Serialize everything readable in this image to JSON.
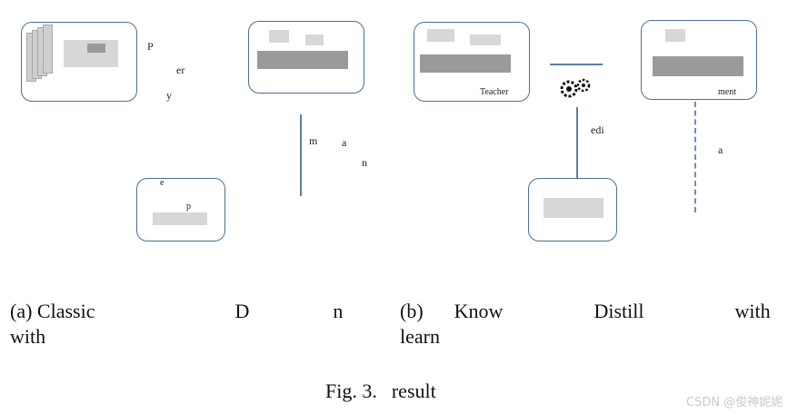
{
  "diagram": {
    "label_fragments": {
      "a_top_right": "P",
      "a_top_right2": "er",
      "a_right": "y",
      "a_mid": "a",
      "a_mid2": "n",
      "b_box3_label": "Teacher",
      "b_box4_label": "ment",
      "b_edge_label": "edi",
      "b_right_label": "a",
      "a_small_box_top": "e",
      "a_small_box_mid": "p",
      "b_small_box_top": "",
      "a_edge_side": "m"
    }
  },
  "captions": {
    "a_line1": "(a)  Classic",
    "a_line1_tail": "D",
    "a_line1_end": "n",
    "a_line2": "with",
    "b_line1": "(b)",
    "b_line1_mid": "Know",
    "b_line1_mid2": "Distill",
    "b_line1_end": "with",
    "b_line2": "learn"
  },
  "figure_caption": {
    "label": "Fig. 3.",
    "title": "result"
  },
  "watermark": "CSDN @俊神妮妮"
}
